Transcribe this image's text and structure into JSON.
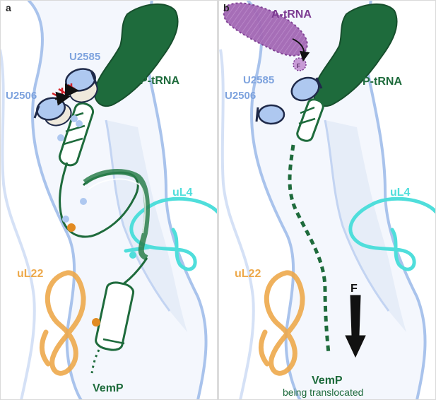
{
  "panels": [
    {
      "letter": "a",
      "labels": {
        "u2585": "U2585",
        "u2506": "U2506",
        "p_trna": "P-tRNA",
        "ul4": "uL4",
        "ul22": "uL22",
        "vemp": "VemP"
      }
    },
    {
      "letter": "b",
      "labels": {
        "a_trna": "A-tRNA",
        "f_small": "F",
        "u2585": "U2585",
        "u2506": "U2506",
        "p_trna": "P-tRNA",
        "ul4": "uL4",
        "ul22": "uL22",
        "f_arrow": "F",
        "vemp": "VemP",
        "vemp_sub": "being translocated"
      }
    }
  ],
  "colors": {
    "tunnel_outline": "#a9c3ec",
    "tunnel_fill": "#f4f7fd",
    "nucleotide": "#aec8f0",
    "nucleotide_stroke": "#1f2a4a",
    "nucleotide_label": "#7ea3de",
    "p_trna": "#1e6b3c",
    "p_trna_label": "#1e6b3c",
    "a_trna": "#a267b4",
    "a_trna_label": "#7b3a91",
    "vemp": "#1e6b3c",
    "ul4": "#4fdedb",
    "ul22": "#eda94b",
    "dot_blue": "#aec8f0",
    "dot_orange": "#e28b22",
    "clash": "#d2232a",
    "arrow": "#111111"
  }
}
